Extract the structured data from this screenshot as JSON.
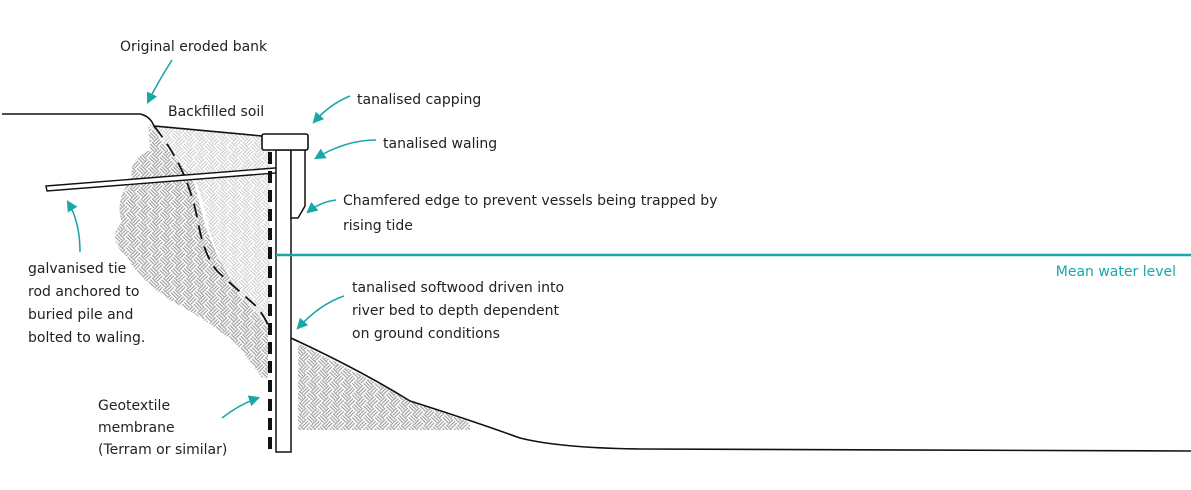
{
  "diagram": {
    "labels": {
      "original_bank": "Original eroded bank",
      "backfilled_soil": "Backfilled soil",
      "capping": "tanalised capping",
      "waling": "tanalised waling",
      "chamfered": [
        "Chamfered edge to prevent vessels being trapped by",
        "rising tide"
      ],
      "tie_rod": [
        "galvanised tie",
        "rod anchored to",
        "buried pile and",
        "bolted to waling."
      ],
      "pile": [
        "tanalised softwood driven into",
        "river bed to depth dependent",
        "on ground conditions"
      ],
      "geotextile": [
        "Geotextile",
        "membrane",
        "(Terram or similar)"
      ],
      "water_level": "Mean water level"
    },
    "colors": {
      "accent": "#19a7a8",
      "line": "#111111",
      "hatch_dark": "#9a9a9a",
      "hatch_light": "#c9c9c9"
    }
  }
}
